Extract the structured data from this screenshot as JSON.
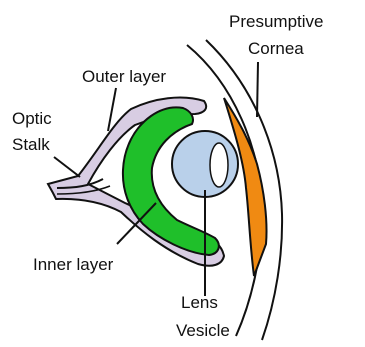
{
  "labels": {
    "presumptive_cornea_line1": "Presumptive",
    "presumptive_cornea_line2": "Cornea",
    "outer_layer": "Outer layer",
    "optic_stalk_line1": "Optic",
    "optic_stalk_line2": "Stalk",
    "inner_layer": "Inner layer",
    "lens_vesicle_line1": "Lens",
    "lens_vesicle_line2": "Vesicle"
  },
  "colors": {
    "inner_layer": "#1fbf2a",
    "outer_layer": "#d8cde3",
    "lens": "#b9d0ea",
    "presumptive_cornea": "#f08a12",
    "outline": "#111111"
  }
}
